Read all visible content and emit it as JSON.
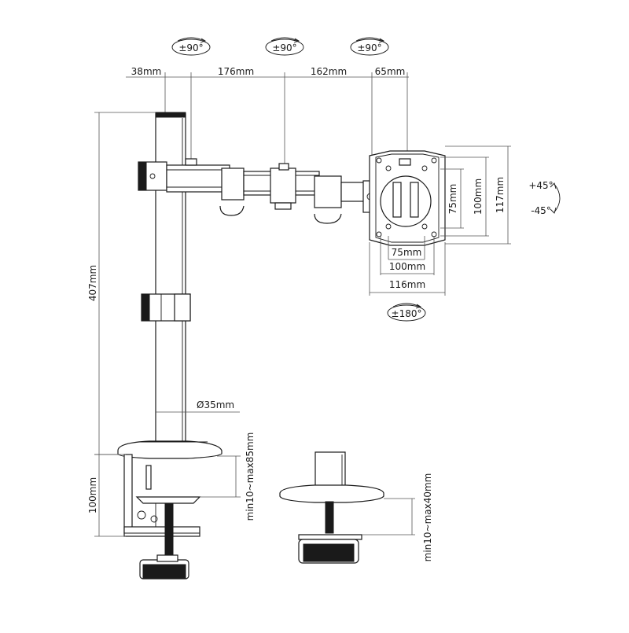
{
  "rotation_badges": {
    "arm1": "±90°",
    "arm2": "±90°",
    "arm3": "±90°",
    "plate": "±180°"
  },
  "arm_dims": {
    "d1": "38mm",
    "d2": "176mm",
    "d3": "162mm",
    "d4": "65mm"
  },
  "pole": {
    "height": "407mm",
    "diameter": "Ø35mm"
  },
  "vesa": {
    "h75": "75mm",
    "h100": "100mm",
    "h116": "116mm",
    "v75": "75mm",
    "v100": "100mm",
    "v117": "117mm"
  },
  "tilt": {
    "up": "+45°",
    "down": "-45°"
  },
  "clamp": {
    "height": "100mm",
    "range_c": "min10~max85mm",
    "range_grommet": "min10~max40mm"
  }
}
